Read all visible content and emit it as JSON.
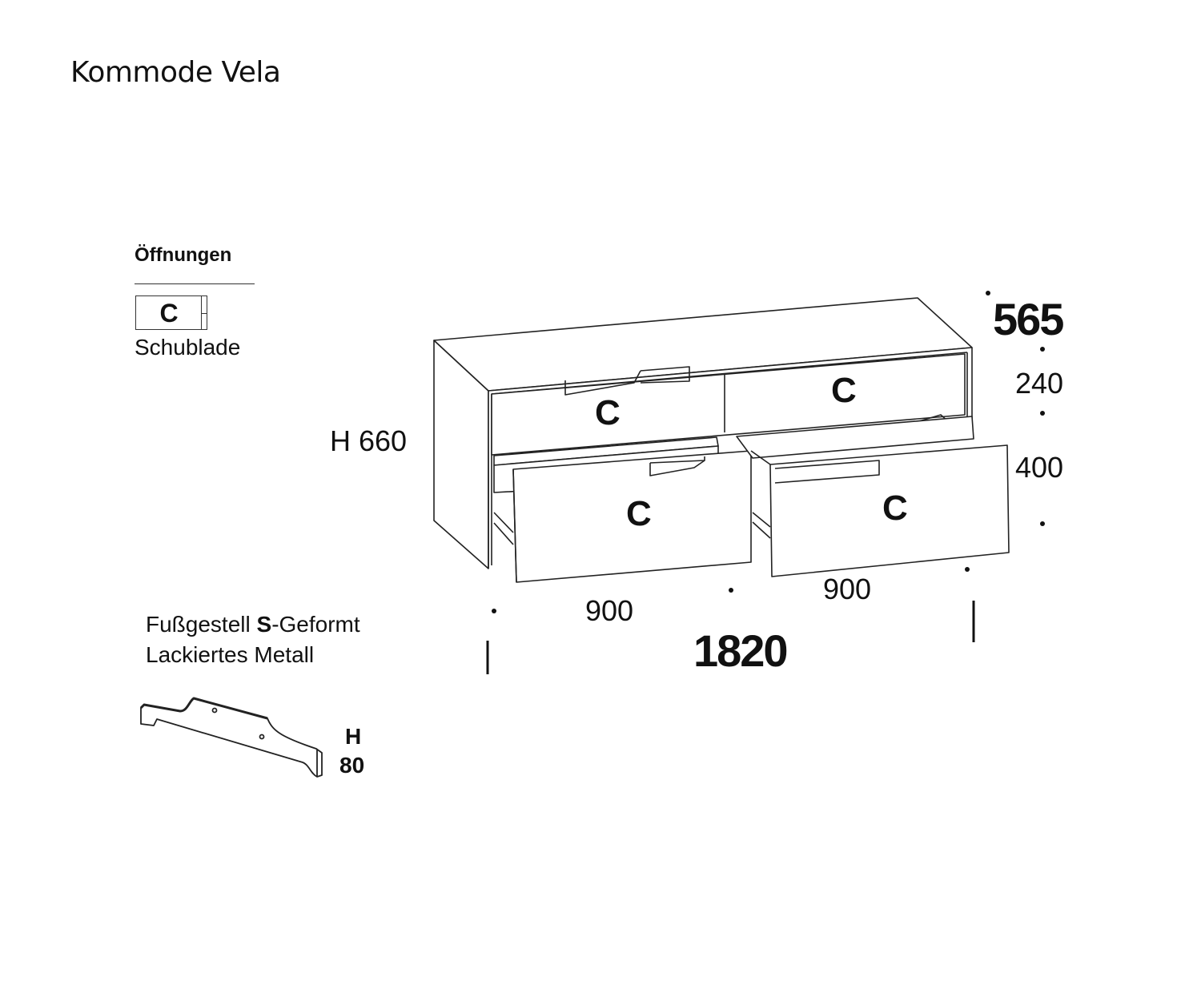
{
  "title": "Kommode Vela",
  "legend": {
    "heading": "Öffnungen",
    "items": [
      {
        "code": "C",
        "label": "Schublade"
      }
    ]
  },
  "base": {
    "line1_prefix": "Fußgestell ",
    "line1_bold": "S",
    "line1_suffix": "-Geformt",
    "line2": "Lackiertes Metall",
    "height_label": "H",
    "height_value": "80"
  },
  "dimensions": {
    "height": "H 660",
    "depth": "565",
    "top_drawer_height": "240",
    "bottom_drawer_height": "400",
    "left_width": "900",
    "right_width": "900",
    "total_width": "1820"
  },
  "drawers": [
    {
      "position": "top-left",
      "code": "C"
    },
    {
      "position": "top-right",
      "code": "C"
    },
    {
      "position": "bottom-left",
      "code": "C"
    },
    {
      "position": "bottom-right",
      "code": "C"
    }
  ]
}
